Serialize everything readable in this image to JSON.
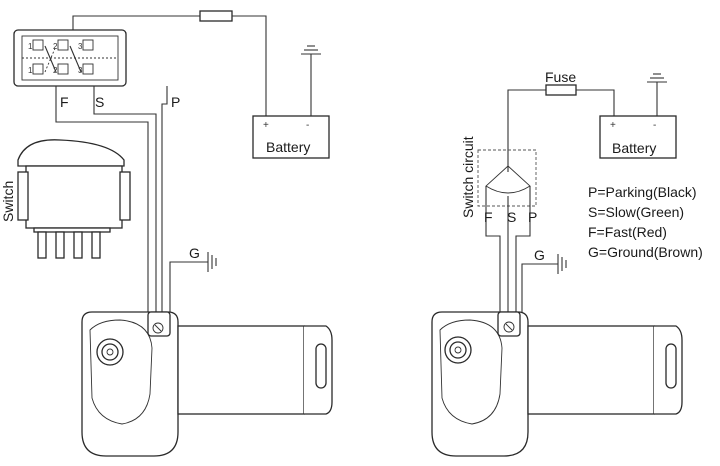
{
  "left": {
    "pin_labels": [
      "1",
      "2",
      "3",
      "1",
      "2",
      "3"
    ],
    "wire_f": "F",
    "wire_s": "S",
    "wire_p": "P",
    "battery": "Battery",
    "battery_plus": "+",
    "battery_minus": "-",
    "ground": "G",
    "switch": "Switch"
  },
  "right": {
    "fuse": "Fuse",
    "battery": "Battery",
    "battery_plus": "+",
    "battery_minus": "-",
    "switch_circuit": "Switch circuit",
    "wire_f": "F",
    "wire_s": "S",
    "wire_p": "P",
    "ground": "G"
  },
  "legend": [
    "P=Parking(Black)",
    "S=Slow(Green)",
    "F=Fast(Red)",
    "G=Ground(Brown)"
  ]
}
